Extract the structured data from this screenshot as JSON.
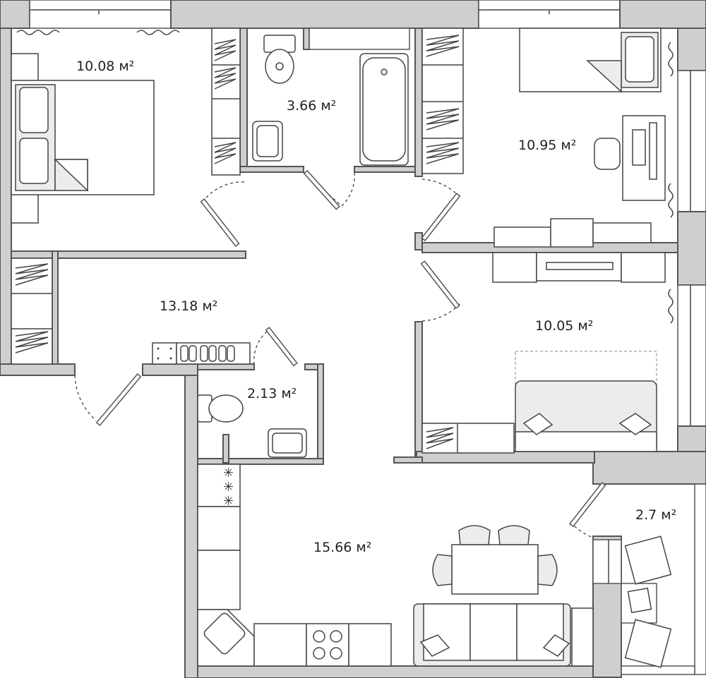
{
  "rooms": [
    {
      "name": "bedroom-left",
      "area": "10.08 м²"
    },
    {
      "name": "bathroom",
      "area": "3.66 м²"
    },
    {
      "name": "bedroom-top-right",
      "area": "10.95 м²"
    },
    {
      "name": "hallway",
      "area": "13.18 м²"
    },
    {
      "name": "wc",
      "area": "2.13 м²"
    },
    {
      "name": "bedroom-right",
      "area": "10.05 м²"
    },
    {
      "name": "balcony",
      "area": "2.7 м²"
    },
    {
      "name": "kitchen-living",
      "area": "15.66 м²"
    }
  ]
}
